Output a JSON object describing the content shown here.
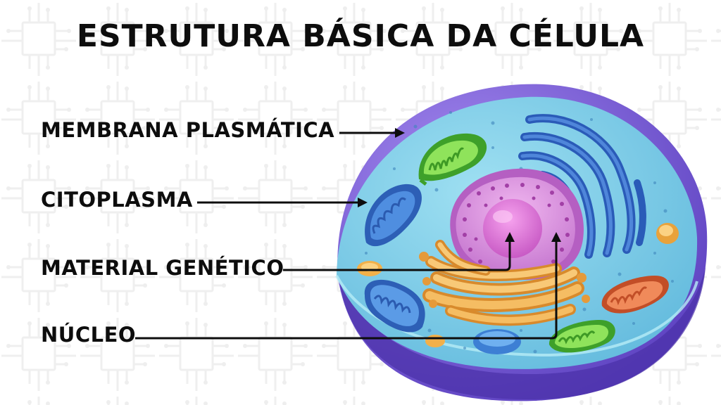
{
  "title": "ESTRUTURA BÁSICA DA CÉLULA",
  "labels": {
    "membrana": "MEMBRANA PLASMÁTICA",
    "citoplasma": "CITOPLASMA",
    "material": "MATERIAL GENÉTICO",
    "nucleo": "NÚCLEO"
  },
  "colors": {
    "membrane_outer": "#7b5cd6",
    "cytoplasm": "#7ccde8",
    "nucleus": "#d58ad8",
    "nucleolus": "#c95ec8",
    "golgi": "#f2b760",
    "mitochondria_blue": "#3d74c8",
    "mitochondria_green": "#59c23d",
    "mitochondria_orange": "#e0673d",
    "reticulum": "#2f64c4"
  }
}
